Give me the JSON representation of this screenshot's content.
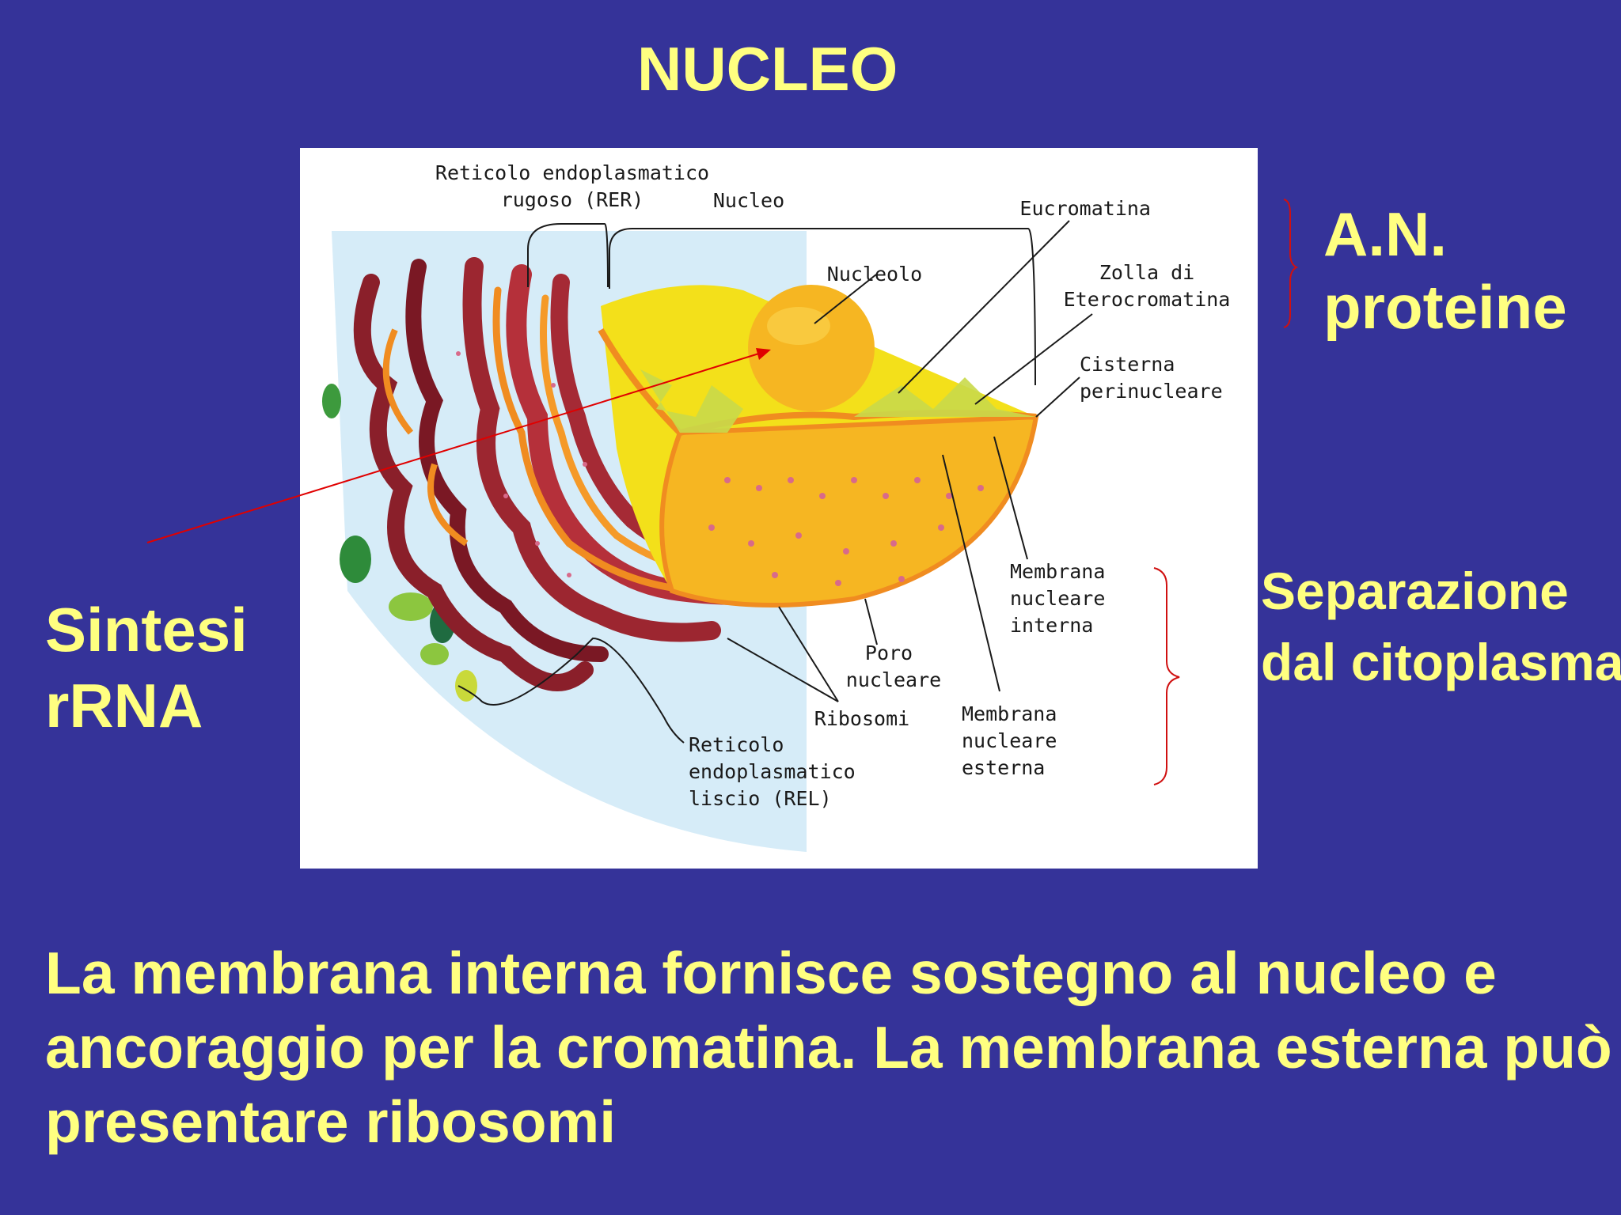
{
  "slide": {
    "title": "NUCLEO",
    "an_label": [
      "A.N.",
      "proteine"
    ],
    "separation_label": [
      "Separazione",
      "dal citoplasma"
    ],
    "rrna_label": [
      "Sintesi",
      "rRNA"
    ],
    "caption": "La membrana interna fornisce sostegno al nucleo e ancoraggio per la cromatina. La membrana esterna può presentare ribosomi"
  },
  "diagram": {
    "labels": {
      "rer": [
        "Reticolo endoplasmatico",
        "rugoso (RER)"
      ],
      "nucleo": "Nucleo",
      "nucleolo": "Nucleolo",
      "eucromatina": "Eucromatina",
      "eterocromatina": [
        "Zolla di",
        "Eterocromatina"
      ],
      "cisterna": [
        "Cisterna",
        "perinucleare"
      ],
      "membrana_interna": [
        "Membrana",
        "nucleare",
        "interna"
      ],
      "poro": [
        "Poro",
        "nucleare"
      ],
      "ribosomi": "Ribosomi",
      "membrana_esterna": [
        "Membrana",
        "nucleare",
        "esterna"
      ],
      "rel": [
        "Reticolo",
        "endoplasmatico",
        "liscio (REL)"
      ]
    }
  },
  "colors": {
    "background": "#353399",
    "text": "#ffff80",
    "arrow": "#e00000",
    "brace": "#d01010"
  }
}
